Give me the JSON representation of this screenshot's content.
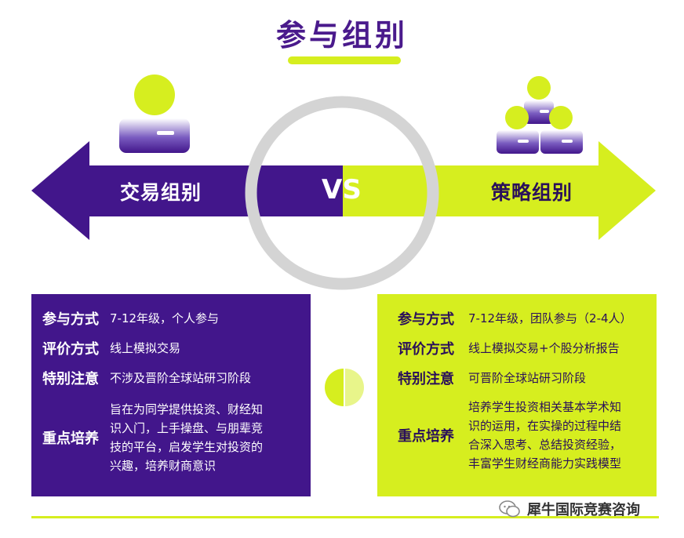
{
  "title": "参与组别",
  "colors": {
    "purple": "#42168b",
    "lime": "#d6ee1f",
    "title_purple": "#4a1a8c",
    "gray_ring": "#d4d4d4"
  },
  "left_group": {
    "name": "交易组别",
    "icon": "single-person-icon",
    "rows": [
      {
        "label": "参与方式",
        "value": "7-12年级，个人参与"
      },
      {
        "label": "评价方式",
        "value": "线上模拟交易"
      },
      {
        "label": "特别注意",
        "value": "不涉及晋阶全球站研习阶段"
      },
      {
        "label": "重点培养",
        "value_lines": [
          "旨在为同学提供投资、财经知",
          "识入门，上手操盘、与朋辈竞",
          "技的平台，启发学生对投资的",
          "兴趣，培养财商意识"
        ]
      }
    ]
  },
  "vs": "VS",
  "right_group": {
    "name": "策略组别",
    "icon": "team-people-icon",
    "rows": [
      {
        "label": "参与方式",
        "value": "7-12年级，团队参与（2-4人）"
      },
      {
        "label": "评价方式",
        "value": "线上模拟交易+个股分析报告"
      },
      {
        "label": "特别注意",
        "value": "可晋阶全球站研习阶段"
      },
      {
        "label": "重点培养",
        "value_lines": [
          "培养学生投资相关基本学术知",
          "识的运用，在实操的过程中结",
          "合深入思考、总结投资经验，",
          "丰富学生财经商能力实践模型"
        ]
      }
    ]
  },
  "watermark": "犀牛国际竞赛咨询"
}
